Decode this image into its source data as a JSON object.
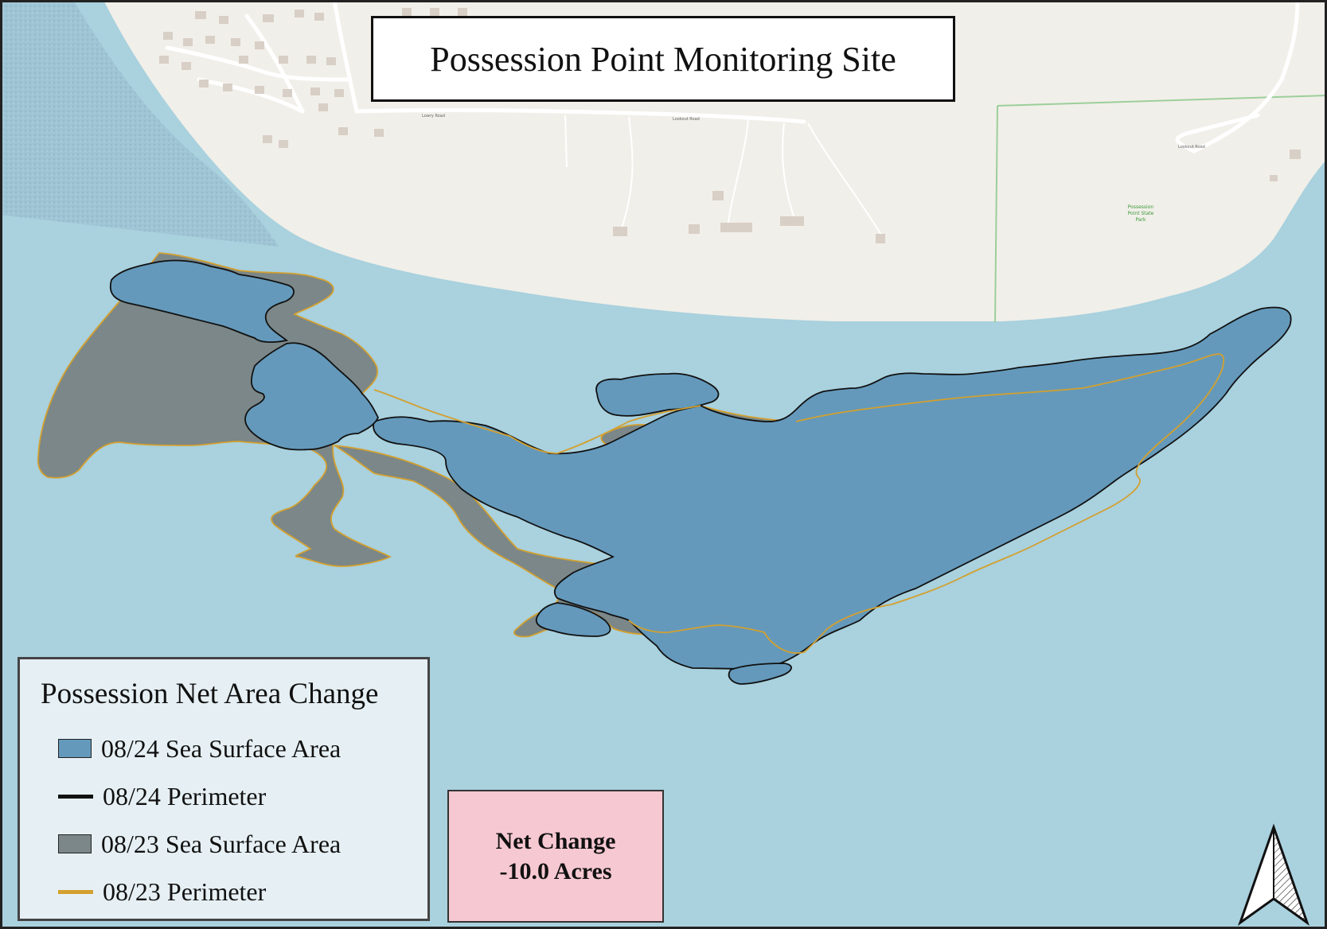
{
  "title": "Possession Point Monitoring Site",
  "legend": {
    "title": "Possession Net Area Change",
    "items": [
      {
        "label": "08/24 Sea Surface Area",
        "type": "fill",
        "color": "#6499bb"
      },
      {
        "label": "08/24 Perimeter",
        "type": "line",
        "color": "#111111"
      },
      {
        "label": "08/23 Sea Surface Area",
        "type": "fill",
        "color": "#7b8788"
      },
      {
        "label": "08/23 Perimeter",
        "type": "line",
        "color": "#d3a02f"
      }
    ]
  },
  "net_change": {
    "label": "Net Change",
    "value": "-10.0 Acres"
  },
  "basemap": {
    "road_labels": [
      "Lowry Road",
      "Lookout Road",
      "Lookout Road"
    ],
    "park_label": [
      "Possession",
      "Point State",
      "Park"
    ]
  },
  "colors": {
    "water": "#a9d1de",
    "land": "#f1efe9",
    "area_2024": "#6499bb",
    "area_2023": "#7b8788",
    "perimeter_2024": "#111111",
    "perimeter_2023": "#d3a02f",
    "net_change_bg": "#f6c8d1",
    "park_boundary": "#9ccf9a"
  },
  "icons": {
    "north_arrow": "north-arrow-icon"
  }
}
